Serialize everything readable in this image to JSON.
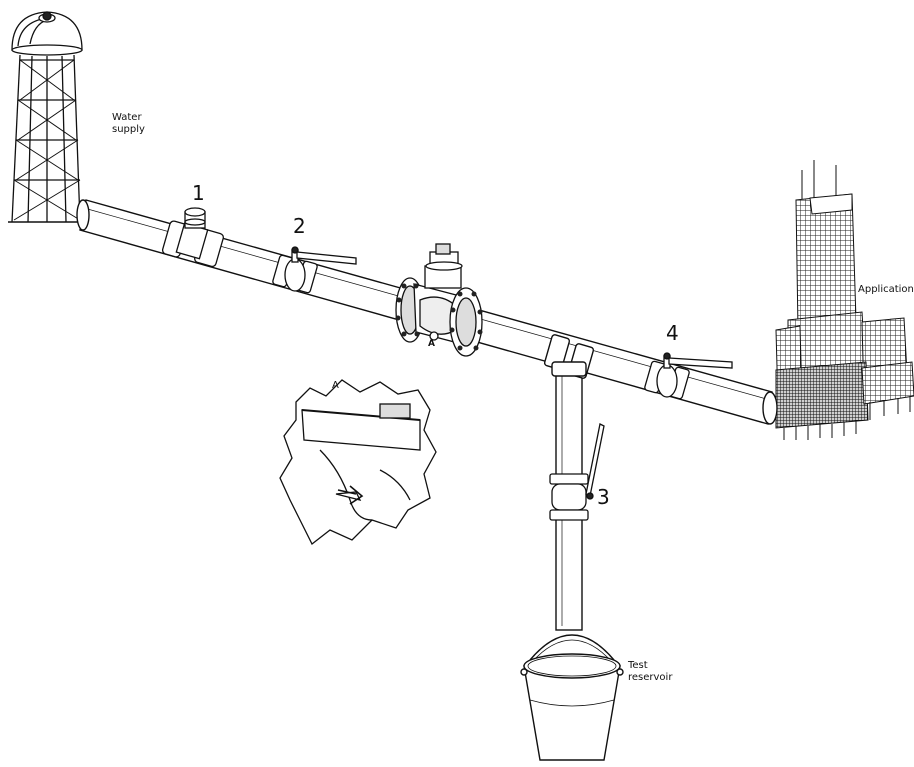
{
  "labels": {
    "water_supply_line1": "Water",
    "water_supply_line2": "supply",
    "application": "Application",
    "test_reservoir_line1": "Test",
    "test_reservoir_line2": "reservoir",
    "detail_marker": "A",
    "detail_title": "A",
    "item_1": "1",
    "item_2": "2",
    "item_3": "3",
    "item_4": "4"
  },
  "colors": {
    "line": "#111111",
    "fill": "#ffffff",
    "shade": "#dddddd",
    "dark": "#222222"
  }
}
